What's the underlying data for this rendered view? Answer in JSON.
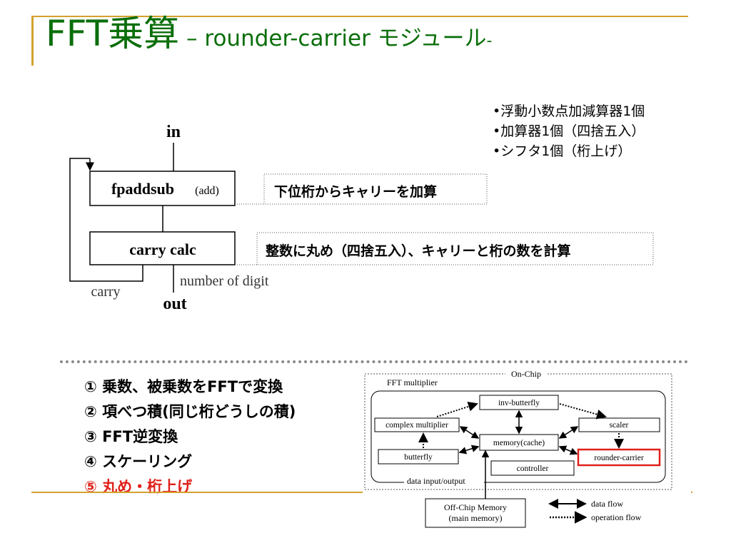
{
  "slide": {
    "title_main": "FFT乗算",
    "title_sub": " – rounder-carrier モジュール",
    "title_tail": "-"
  },
  "resources": [
    "•浮動小数点加減算器1個",
    "•加算器1個（四捨五入）",
    "•シフタ1個（桁上げ）"
  ],
  "top_diagram": {
    "input_label": "in",
    "output_label": "out",
    "block1_label": "fpaddsub",
    "block1_suffix": "(add)",
    "block2_label": "carry calc",
    "carry_label": "carry",
    "digit_label": "number of digit",
    "note1": "下位桁からキャリーを加算",
    "note2": "整数に丸め（四捨五入）、キャリーと桁の数を計算"
  },
  "steps": [
    "① 乗数、被乗数をFFTで変換",
    "② 項べつ積(同じ桁どうしの積)",
    "③ FFT逆変換",
    "④ スケーリング",
    "⑤ 丸め・桁上げ"
  ],
  "highlight_color": "#e0201a",
  "title_color": "#0a6e0a",
  "accent_line_color": "#d4a12c",
  "arch_diagram": {
    "onchip_label": "On-Chip",
    "fft_label": "FFT multiplier",
    "inv_butterfly": "inv-butterfly",
    "complex_multiplier": "complex multiplier",
    "scaler": "scaler",
    "memory_cache": "memory(cache)",
    "butterfly": "butterfly",
    "rounder_carrier": "rounder-carrier",
    "controller": "controller",
    "data_io": "data input/output",
    "offchip_line1": "Off-Chip Memory",
    "offchip_line2": "(main memory)",
    "legend_data": "data flow",
    "legend_op": "operation flow"
  }
}
